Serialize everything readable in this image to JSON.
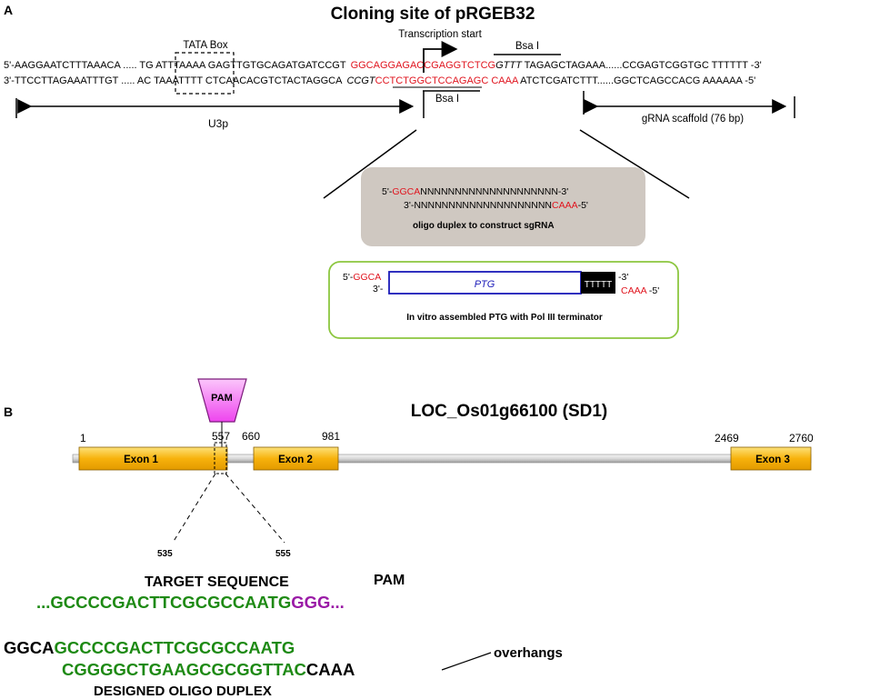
{
  "panel_a": {
    "label": "A",
    "title": "Cloning site of pRGEB32",
    "tata_box": "TATA Box",
    "transcription_start": "Transcription start",
    "bsa_top": "Bsa I",
    "bsa_bottom": "Bsa I",
    "top_strand": {
      "p1": "5'-AAGGAATCTTTAAACA ..... TG ",
      "tata": "ATTTAAAA",
      "p2": " GAGTTGTGCAGATGATCCGT",
      "red": "GGCAGGAGACCGAGGTCTCG",
      "italic": "GTTT",
      "p3": " TAGAGCTAGAAA......CCGAGTCGGTGC  TTTTTT -3'"
    },
    "bottom_strand": {
      "p1": "3'-TTCCTTAGAAATTTGT ..... AC ",
      "tata": "TAAATTTT",
      "p2": " CTCAACACGTCTACTAGGCA",
      "italic": "CCGT",
      "red": "CCTCTGGCTCCAGAGC CAAA",
      "p3": " ATCTCGATCTTT......GGCTCAGCCACG  AAAAAA -5'"
    },
    "u3p": "U3p",
    "grna_scaffold": "gRNA scaffold (76 bp)",
    "oligo_box": {
      "line1_prefix": "5'-",
      "line1_red": "GGCA",
      "line1_rest": "NNNNNNNNNNNNNNNNNNNN-3'",
      "line2_prefix": "3'-NNNNNNNNNNNNNNNNNNNN",
      "line2_red": "CAAA",
      "line2_suffix": "-5'",
      "caption": "oligo duplex to construct sgRNA"
    },
    "ptg_box": {
      "top_prefix": "5'-",
      "top_red": "GGCA",
      "top_left_3": "3'-",
      "ptg": "PTG",
      "terminator": "TTTTT",
      "right_top": "-3'",
      "right_red": "CAAA",
      "right_suffix": " -5'",
      "caption": "In vitro assembled PTG with Pol III terminator"
    }
  },
  "panel_b": {
    "label": "B",
    "gene_title": "LOC_Os01g66100 (SD1)",
    "pam_badge": "PAM",
    "positions": {
      "p1": "1",
      "p557": "557",
      "p660": "660",
      "p981": "981",
      "p2469": "2469",
      "p2760": "2760",
      "p535": "535",
      "p555": "555"
    },
    "exons": [
      "Exon 1",
      "Exon 2",
      "Exon 3"
    ],
    "target_label": "TARGET SEQUENCE",
    "pam_label": "PAM",
    "target_green": "...GCCCCGACTTCGCGCCAATG",
    "target_purple": "GGG...",
    "oligo_top_black": "GGCA",
    "oligo_top_green": "GCCCCGACTTCGCGCCAATG",
    "oligo_bottom_green": "CGGGGCTGAAGCGCGGTTAC",
    "oligo_bottom_black": "CAAA",
    "overhangs": "overhangs",
    "designed_label": "DESIGNED OLIGO DUPLEX"
  },
  "colors": {
    "red": "#e0141e",
    "green": "#1e8a14",
    "purple": "#9a1aa6",
    "exon": "#f7b20c",
    "pam_magenta": "#ee44ee",
    "oligo_box_fill": "#cfc8c1",
    "ptg_box_border": "#8cc63f",
    "ptg_blue": "#1a1ab8"
  }
}
